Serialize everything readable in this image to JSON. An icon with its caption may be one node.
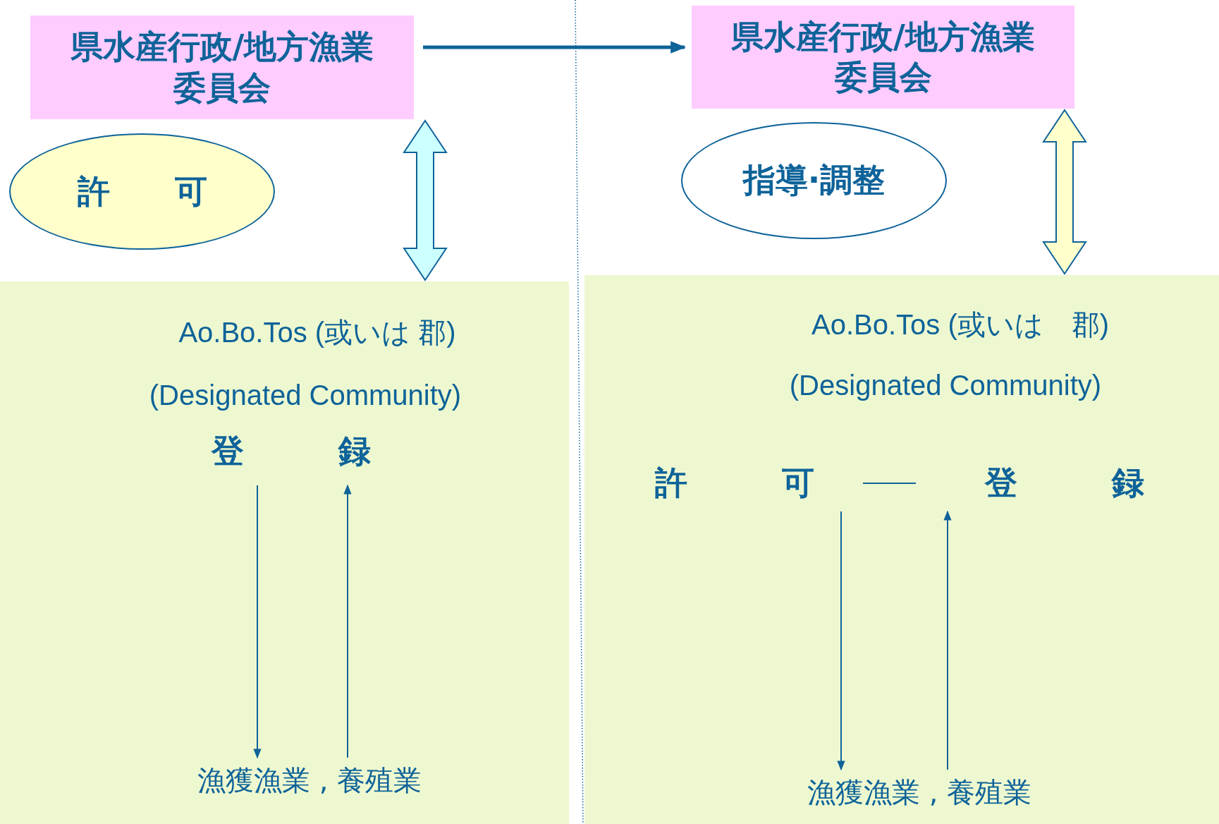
{
  "diagram": {
    "nodes": [
      {
        "text": [
          "県水産行政/地方漁業委員会"
        ]
      },
      {
        "text": [
          "県水産行政/地方漁業委員会"
        ]
      },
      {
        "text": [
          "許　　可"
        ]
      },
      {
        "text": [
          "指導·調整"
        ]
      },
      {
        "text": [
          "Ao.Bo.Tos (或いは 郡)",
          "(Designated Community)"
        ]
      },
      {
        "text": [
          "登　　録"
        ],
        "in": 4
      },
      {
        "text": [
          "漁獲漁業 , 養殖業"
        ],
        "in": 4
      },
      {
        "text": [
          "Ao.Bo.Tos (或いは　郡)",
          "(Designated Community)"
        ]
      },
      {
        "text": [
          "許　　可",
          "登　　録"
        ],
        "in": 7
      },
      {
        "text": [
          "漁獲漁業 , 養殖業"
        ],
        "in": 7
      }
    ],
    "edges": [
      {
        "from": 0,
        "to": 1,
        "arrow": "to",
        "style": "thick"
      },
      {
        "from": 0,
        "to": 4,
        "arrow": "both",
        "style": "thick",
        "color": "#ccffff"
      },
      {
        "from": 1,
        "to": 7,
        "arrow": "both",
        "style": "thick",
        "color": "#ffffcc"
      },
      {
        "from": 5,
        "to": 6,
        "arrow": "to"
      },
      {
        "from": 6,
        "to": 5,
        "arrow": "to"
      },
      {
        "from": 8,
        "to": 9,
        "arrow": "to"
      },
      {
        "from": 9,
        "to": 8,
        "arrow": "to"
      }
    ]
  }
}
